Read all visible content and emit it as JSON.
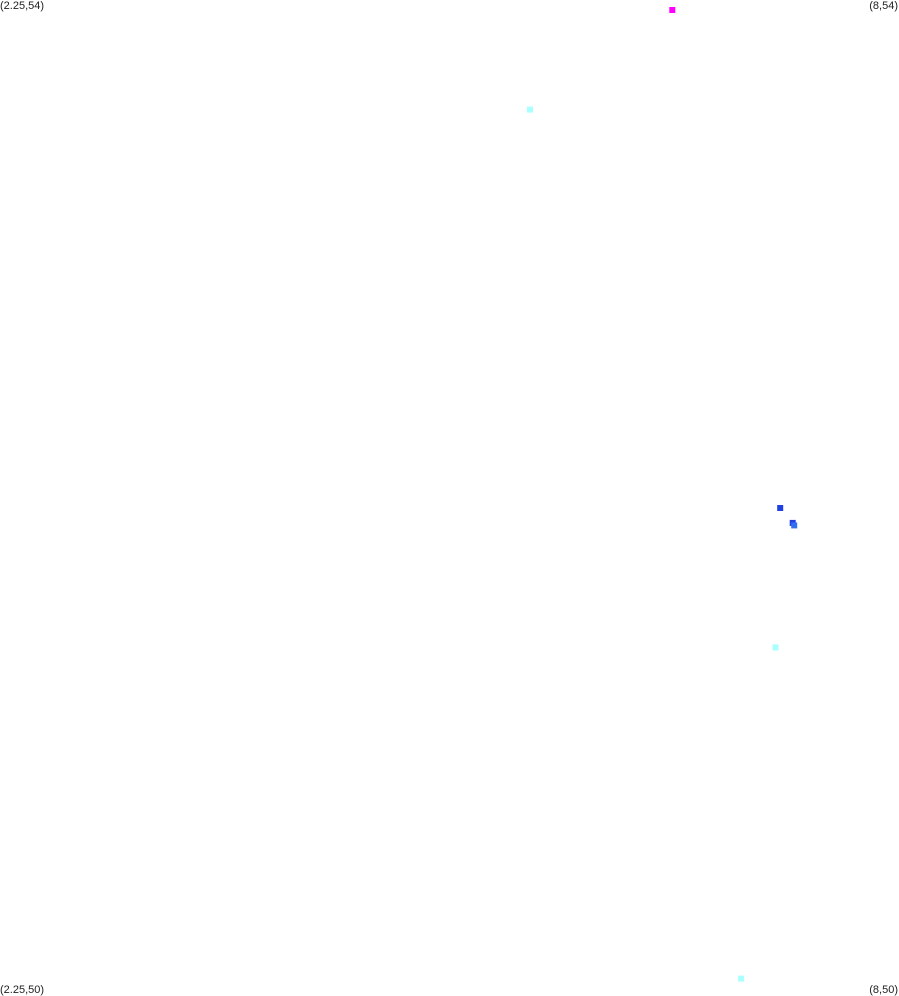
{
  "chart_data": {
    "type": "scatter",
    "title": "",
    "xlabel": "",
    "ylabel": "",
    "xlim": [
      2.25,
      8
    ],
    "ylim": [
      50,
      54
    ],
    "grid": false,
    "legend": "none",
    "corner_labels": {
      "top_left": "(2.25,54)",
      "top_right": "(8,54)",
      "bottom_left": "(2.25,50)",
      "bottom_right": "(8,50)"
    },
    "points": [
      {
        "x": 6.55,
        "y": 53.96,
        "color": "#ff00ff"
      },
      {
        "x": 5.64,
        "y": 53.56,
        "color": "#aaffff"
      },
      {
        "x": 7.24,
        "y": 51.96,
        "color": "#2040e0"
      },
      {
        "x": 7.32,
        "y": 51.9,
        "color": "#2040e0"
      },
      {
        "x": 7.33,
        "y": 51.89,
        "color": "#3070f0"
      },
      {
        "x": 7.21,
        "y": 51.4,
        "color": "#aaffff"
      },
      {
        "x": 6.99,
        "y": 50.07,
        "color": "#aaffff"
      }
    ]
  }
}
